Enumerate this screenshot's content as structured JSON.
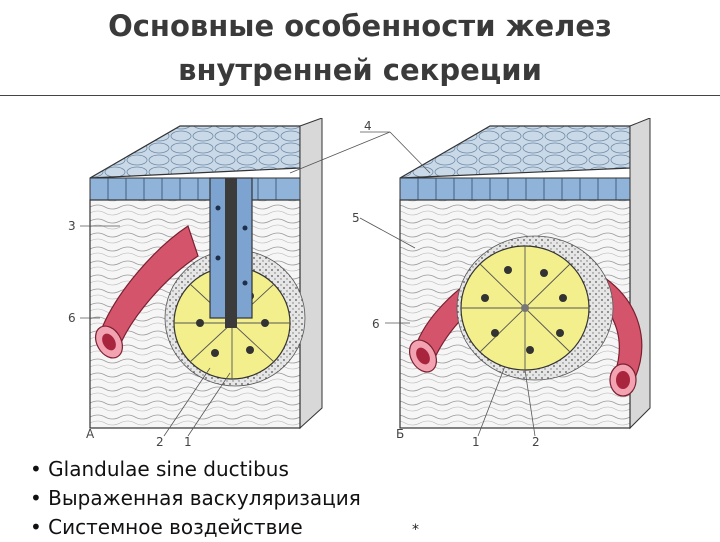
{
  "slide": {
    "title_lines": [
      "Основные особенности желез",
      "внутренней секреции"
    ],
    "bullets": [
      "Glandulae sine ductibus",
      "Выраженная васкуляризация",
      "Системное воздействие"
    ],
    "footnote_mark": "*"
  },
  "figure": {
    "label_a": "А",
    "label_b": "Б",
    "callouts": [
      "1",
      "2",
      "3",
      "4",
      "5",
      "6"
    ],
    "colors": {
      "epithelium_top": "#b9cde0",
      "ductal_cells": "#7da3d0",
      "secretory_cells": "#f3ef8c",
      "blood_vessel": "#d4556b",
      "connective_tissue": "#f4f4f4"
    }
  }
}
